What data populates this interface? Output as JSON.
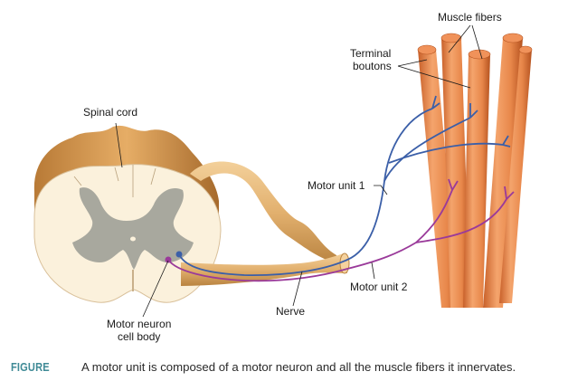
{
  "figure": {
    "title": "Motor unit",
    "labels": {
      "muscle_fibers": "Muscle fibers",
      "terminal_boutons_line1": "Terminal",
      "terminal_boutons_line2": "boutons",
      "spinal_cord": "Spinal cord",
      "motor_unit_1": "Motor unit 1",
      "motor_unit_2": "Motor unit 2",
      "nerve": "Nerve",
      "motor_neuron_line1": "Motor neuron",
      "motor_neuron_line2": "cell body"
    },
    "colors": {
      "motor_unit_1": "#3b5fa8",
      "motor_unit_2": "#9a3a9a",
      "muscle": "#e8874a",
      "spinal_white_matter": "#fbf1dc",
      "spinal_gray_matter": "#a8a89e",
      "nerve": "#e2b06e",
      "caption_tag": "#3f8a96"
    }
  },
  "caption": {
    "tag": "FIGURE",
    "text": "A motor unit is composed of a motor neuron and all the muscle fibers it innervates."
  }
}
